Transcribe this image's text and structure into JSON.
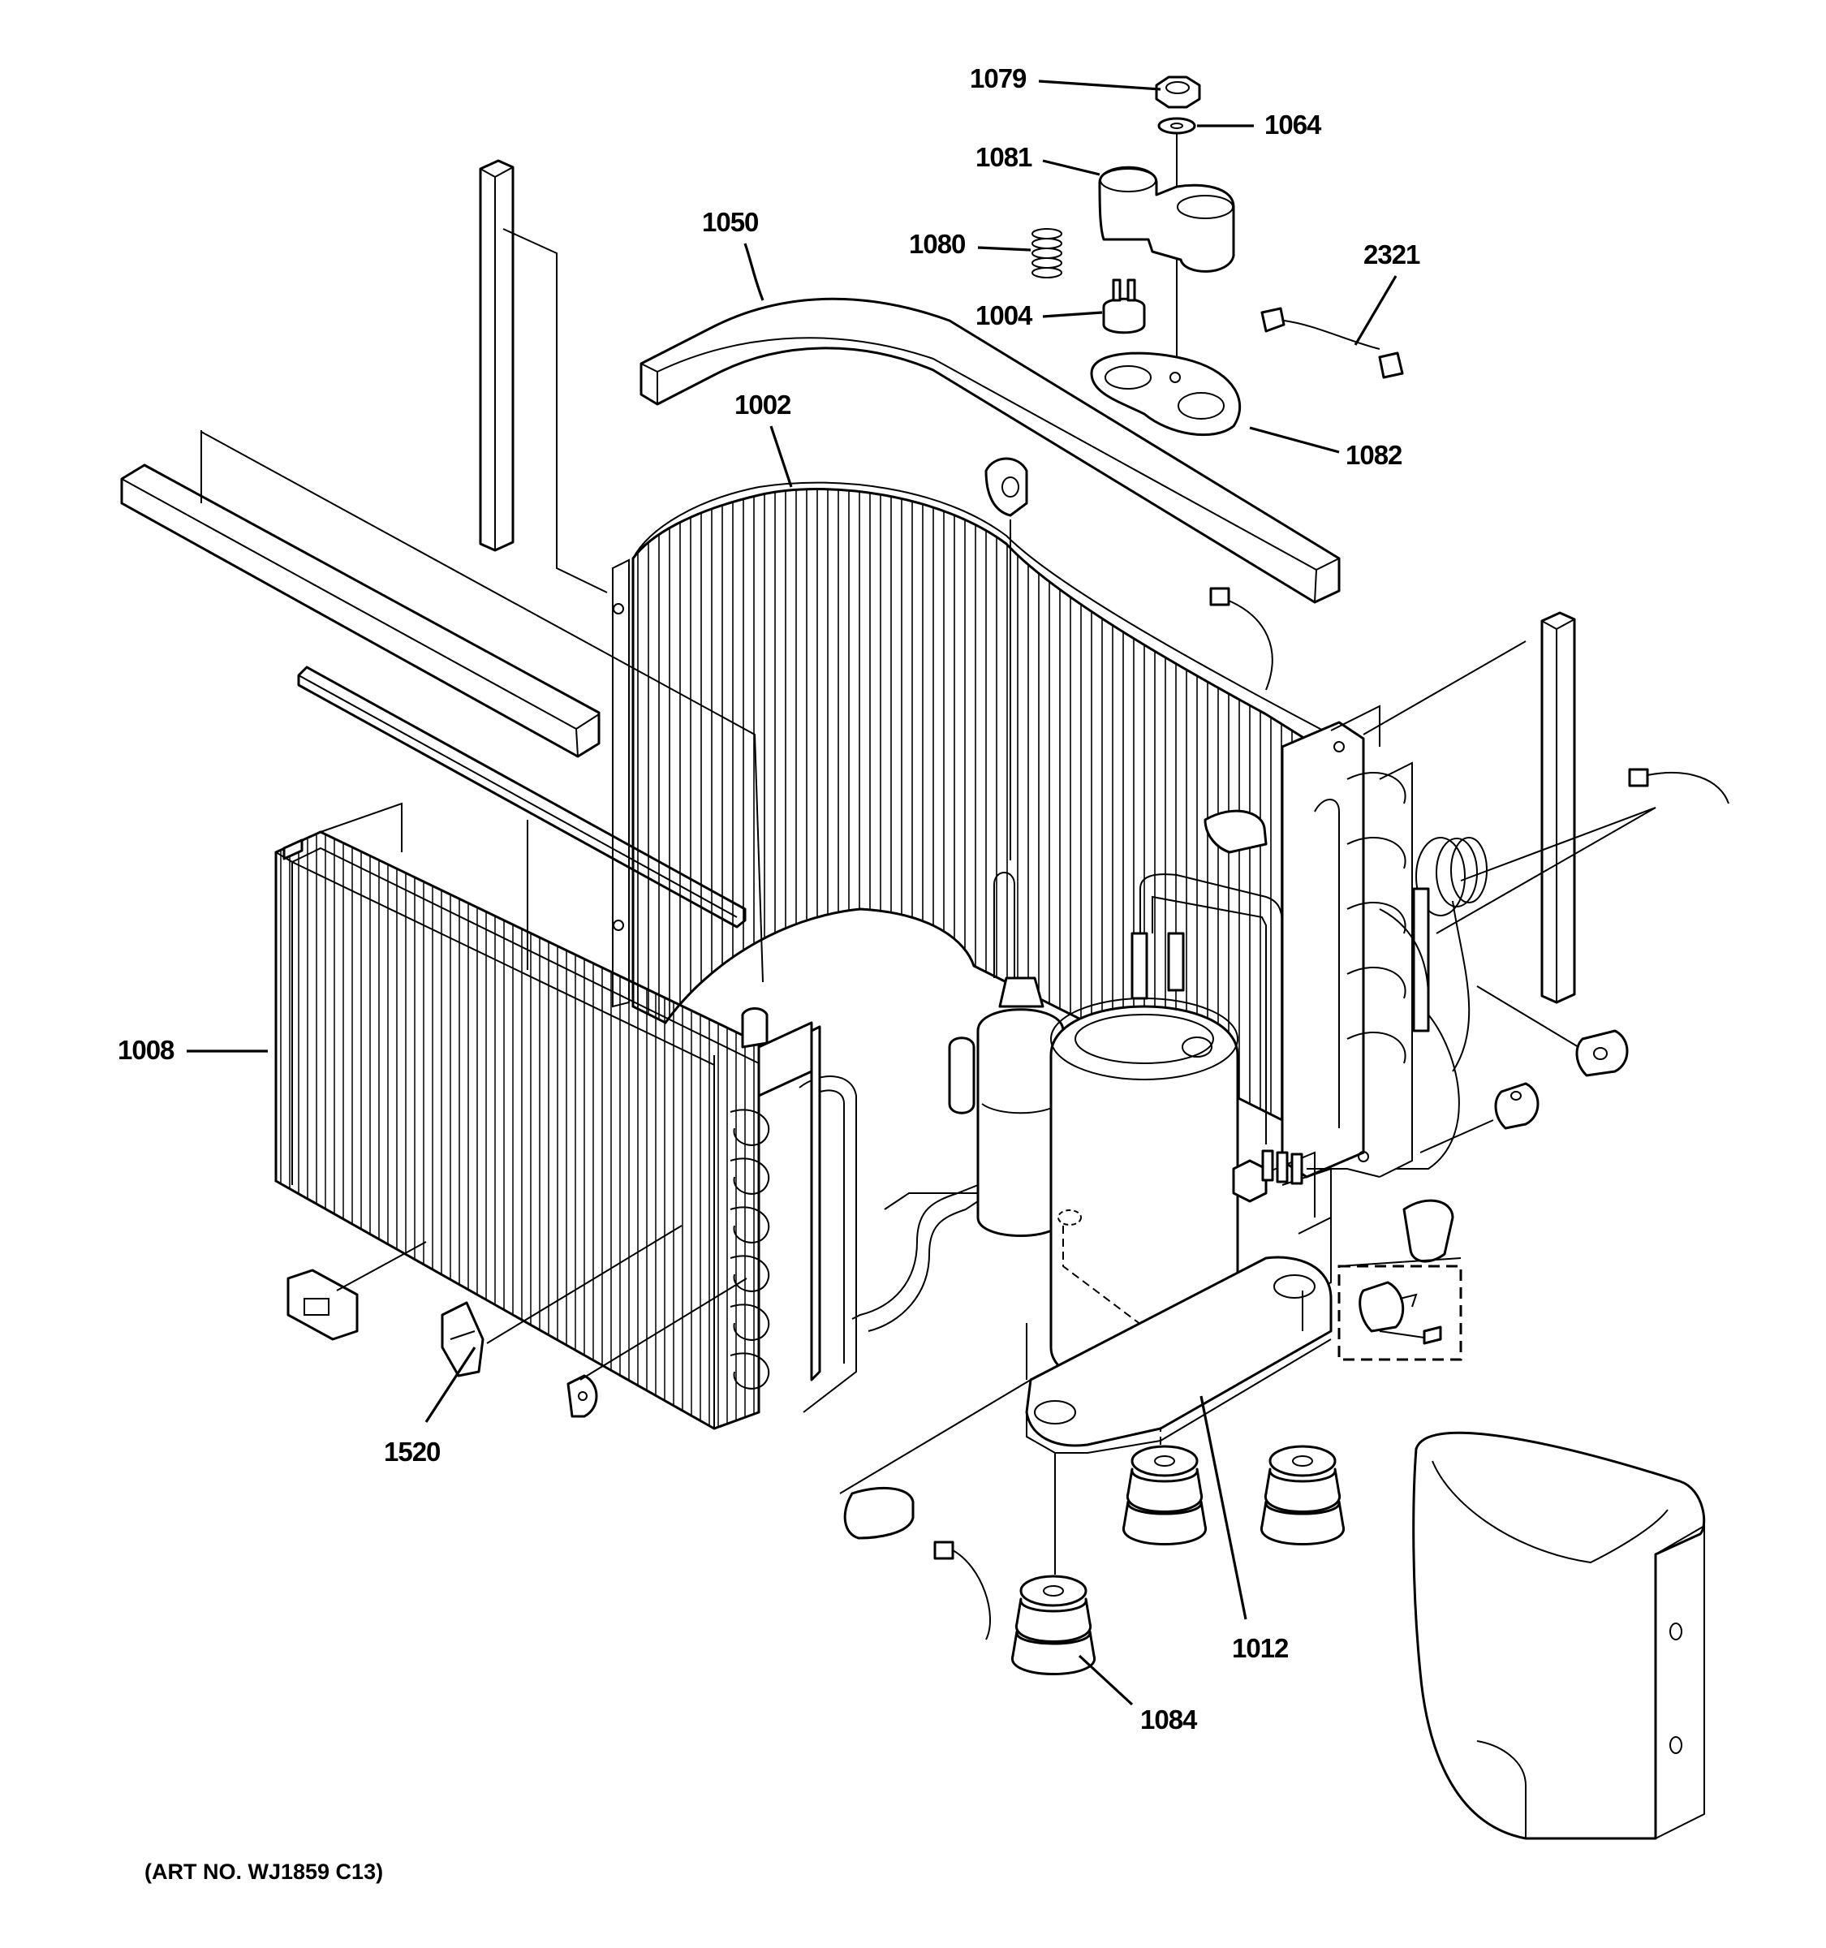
{
  "labels": {
    "p1079": "1079",
    "p1064": "1064",
    "p1081": "1081",
    "p1080": "1080",
    "p1050": "1050",
    "p2321": "2321",
    "p1004": "1004",
    "p1002": "1002",
    "p1082": "1082",
    "p1008": "1008",
    "p1520": "1520",
    "p1012": "1012",
    "p1084": "1084"
  },
  "art_number": "(ART NO. WJ1859 C13)"
}
